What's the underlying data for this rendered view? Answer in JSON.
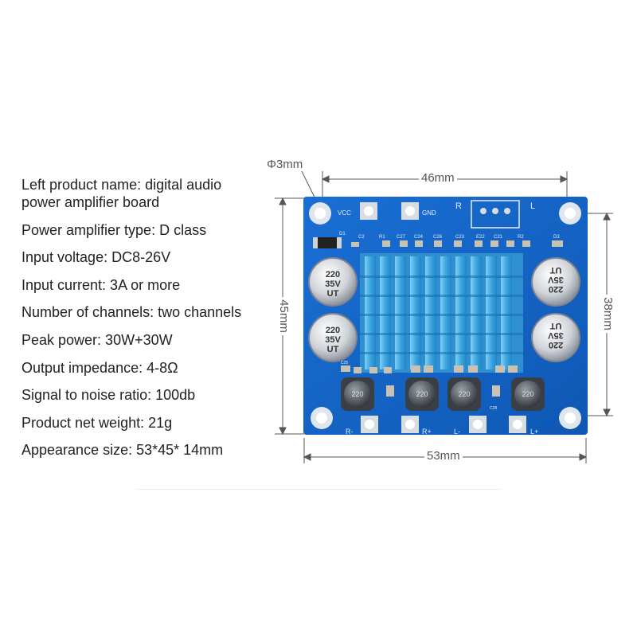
{
  "specs": {
    "product_name_1": "Left product name: digital audio",
    "product_name_2": "power amplifier board",
    "amp_type": "Power amplifier type: D class",
    "input_voltage": "Input voltage: DC8-26V",
    "input_current": "Input current: 3A or more",
    "channels": "Number of channels: two channels",
    "peak_power": "Peak power: 30W+30W",
    "impedance": "Output impedance: 4-8Ω",
    "snr": "Signal to noise ratio: 100db",
    "weight": "Product net weight: 21g",
    "size": "Appearance size: 53*45* 14mm"
  },
  "dimensions": {
    "hole": "Φ3mm",
    "top_width": "46mm",
    "left_height": "45mm",
    "right_height": "38mm",
    "bottom_width": "53mm"
  },
  "board": {
    "vcc": "VCC",
    "gnd": "GND",
    "r": "R",
    "l": "L",
    "d1": "D1",
    "d3": "D3",
    "c2": "C2",
    "r1": "R1",
    "c27": "C27",
    "c24": "C24",
    "c26": "C26",
    "c23": "C23",
    "e22": "E22",
    "c21": "C21",
    "r2": "R2",
    "c25": "C25",
    "c28": "C28",
    "cap_value": "220",
    "cap_voltage": "35V",
    "cap_brand": "UT",
    "inductor_value": "220",
    "out_r_minus": "R-",
    "out_r_plus": "R+",
    "out_l_minus": "L-",
    "out_l_plus": "L+"
  },
  "colors": {
    "pcb": "#1565c8",
    "heatsink": "#4fb3e8",
    "silkscreen": "#e6eef8"
  }
}
